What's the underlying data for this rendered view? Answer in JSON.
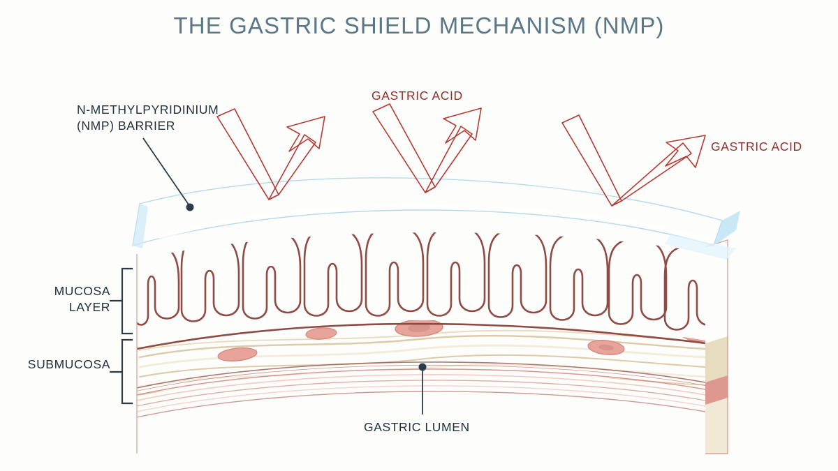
{
  "page": {
    "title": "THE GASTRIC SHIELD MECHANISM (NMP)",
    "background_color": "#fdfdfb",
    "title_color": "#5a7787",
    "label_color": "#22303a",
    "acid_label_color": "#8e2f2c"
  },
  "labels": {
    "nmp_barrier_line1": "N-METHYLPYRIDINIUM",
    "nmp_barrier_line2": "(NMP) BARRIER",
    "mucosa_line1": "MUCOSA",
    "mucosa_line2": "LAYER",
    "submucosa": "SUBMUCOSA",
    "gastric_acid_middle": "GASTRIC ACID",
    "gastric_acid_right": "GASTRIC ACID",
    "gastric_lumen": "GASTRIC LUMEN"
  },
  "diagram": {
    "type": "anatomical-cross-section",
    "subject": "stomach wall with protective NMP barrier layer",
    "layers": [
      {
        "name": "nmp-barrier",
        "label": "N-METHYLPYRIDINIUM (NMP) BARRIER",
        "color": "#7ec6e6",
        "description": "translucent blue arched shield slab with glow above mucosa"
      },
      {
        "name": "mucosa-layer",
        "label": "MUCOSA LAYER",
        "color": "#e8a89e",
        "description": "pink folded epithelium with gastric pits"
      },
      {
        "name": "submucosa",
        "label": "SUBMUCOSA",
        "color": "#ece0c8",
        "description": "cream fibrous tissue with blood vessels"
      },
      {
        "name": "muscularis",
        "label": "",
        "color": "#e4978f",
        "description": "pink muscular band with fiber striations"
      }
    ],
    "acid_arrows": [
      {
        "name": "acid-arrow-left",
        "deflected": true
      },
      {
        "name": "acid-arrow-middle",
        "deflected": true
      },
      {
        "name": "acid-arrow-right",
        "deflected": true
      }
    ],
    "arrow_color": "#d8544a",
    "mucosal_fold_count": 10
  }
}
